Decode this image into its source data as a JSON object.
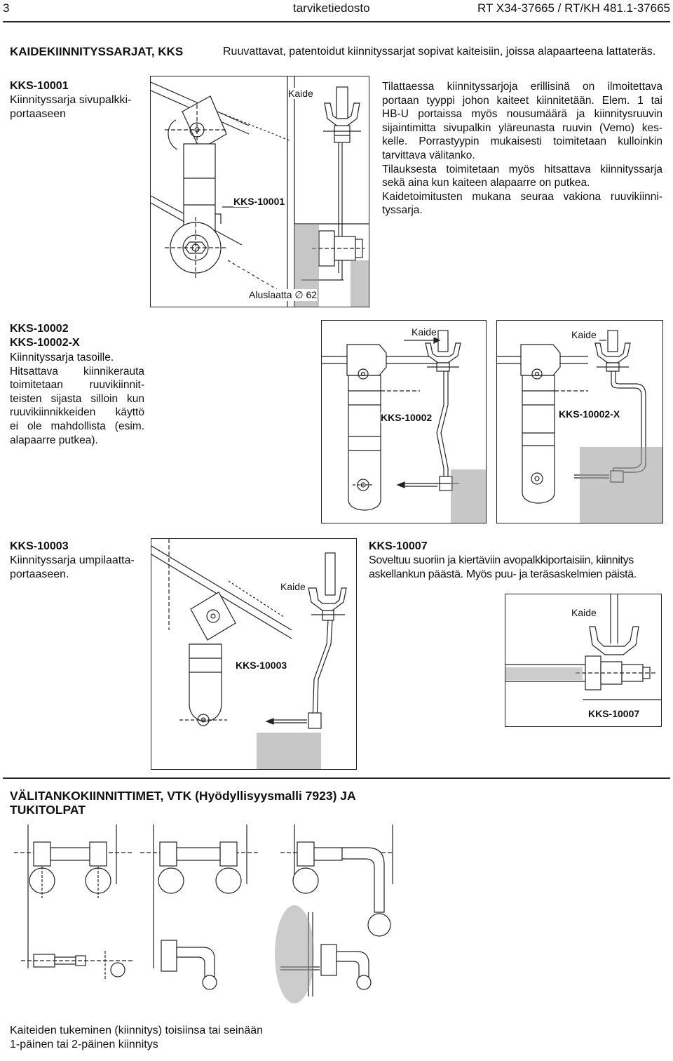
{
  "header": {
    "page_number": "3",
    "section": "tarviketiedosto",
    "reference": "RT X34-37665 / RT/KH 481.1-37665"
  },
  "section1": {
    "title": "KAIDEKIINNITYSSARJAT, KKS",
    "subtitle": "Ruuvattavat, patentoidut kiinnityssarjat sopivat kaiteisiin, joissa alapaarteena lattateräs."
  },
  "kks10001": {
    "code": "KKS-10001",
    "desc_line1": "Kiinnityssarja sivupalkki-",
    "desc_line2": "portaaseen",
    "fig_label_kaide": "Kaide",
    "fig_label_code": "KKS-10001",
    "fig_label_washer": "Aluslaatta ∅ 62",
    "text_lines": [
      "Tilattaessa kiinnityssarjoja erillisinä on ilmoitettava",
      "portaan tyyppi johon kaiteet kiinnitetään. Elem. 1 tai",
      "HB-U portaissa myös nousumäärä ja kiinnitysruuvin",
      "sijaintimitta sivupalkin yläreunasta ruuvin (Vemo) kes-",
      "kelle. Porrastyypin mukaisesti toimitetaan kulloinkin",
      "tarvittava välitanko.",
      "Tilauksesta toimitetaan myös hitsattava kiinnityssarja",
      "sekä aina kun kaiteen alapaarre on putkea.",
      "Kaidetoimitusten mukana seuraa vakiona ruuvikiinni-",
      "tyssarja."
    ]
  },
  "kks10002": {
    "code1": "KKS-10002",
    "code2": "KKS-10002-X",
    "desc_lines": [
      "Kiinnityssarja tasoille.",
      "Hitsattava kiinnikerauta",
      "toimitetaan ruuvikiinnit-",
      "teisten sijasta silloin kun",
      "ruuvikiinnikkeiden käyttö",
      "ei ole mahdollista (esim.",
      "alapaarre putkea)."
    ],
    "fig_a_kaide": "Kaide",
    "fig_a_code": "KKS-10002",
    "fig_b_kaide": "Kaide",
    "fig_b_code": "KKS-10002-X"
  },
  "kks10003": {
    "code": "KKS-10003",
    "desc_line1": "Kiinnityssarja umpilaatta-",
    "desc_line2": "portaaseen.",
    "fig_kaide": "Kaide",
    "fig_code": "KKS-10003"
  },
  "kks10007": {
    "code": "KKS-10007",
    "desc_line1": "Soveltuu suoriin ja kiertäviin avopalkkiportaisiin, kiinnitys",
    "desc_line2": "askellankun päästä. Myös puu- ja teräsaskelmien päistä.",
    "fig_kaide": "Kaide",
    "fig_code": "KKS-10007"
  },
  "section2": {
    "title_line1": "VÄLITANKOKIINNITTIMET, VTK (Hyödyllisyysmalli 7923) JA",
    "title_line2": "TUKITOLPAT",
    "caption_line1": "Kaiteiden tukeminen (kiinnitys) toisiinsa tai seinään",
    "caption_line2": "1-päinen tai 2-päinen kiinnitys"
  }
}
